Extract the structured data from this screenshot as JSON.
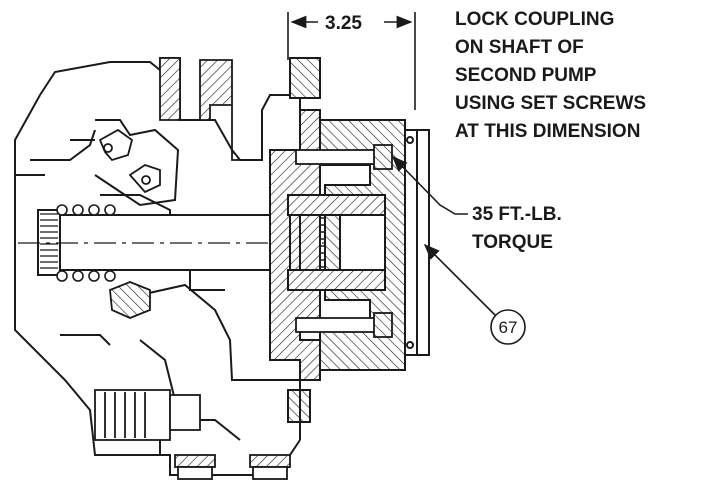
{
  "dimension": {
    "value": "3.25"
  },
  "callouts": {
    "lock_coupling": [
      "LOCK COUPLING",
      "ON SHAFT OF",
      "SECOND PUMP",
      "USING SET SCREWS",
      "AT THIS DIMENSION"
    ],
    "torque": [
      "35 FT.-LB.",
      "TORQUE"
    ],
    "balloon": "67"
  },
  "colors": {
    "ink": "#1a1a1a",
    "paper": "#ffffff"
  }
}
